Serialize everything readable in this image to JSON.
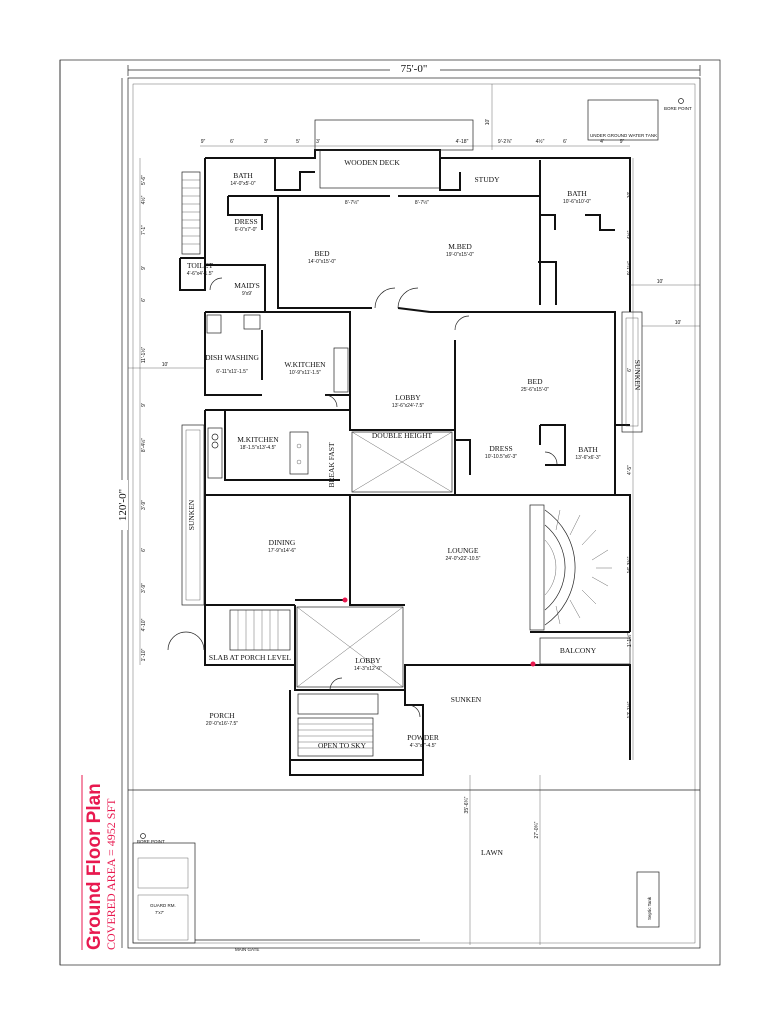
{
  "plan": {
    "title": "Ground Floor Plan",
    "covered_area": "COVERED AREA = 4952 SFT",
    "dimensions": {
      "overall_width": "75'-0\"",
      "overall_depth": "120'-0\""
    },
    "labels": {
      "under_ground_water_tank": "UNDER GROUND WATER TANK",
      "bore_point_top": "BORE POINT",
      "bore_point_bottom": "BORE POINT",
      "main_gate": "MAIN GATE",
      "septic_tank": "Septic Tank",
      "guard_rm": "GUARD RM.",
      "guard_rm_size": "7'x7'",
      "lawn": "LAWN",
      "sunken_front": "SUNKEN",
      "sunken_left": "SUNKEN",
      "sunken_right": "SUNKEN",
      "double_height": "DOUBLE HEIGHT",
      "break_fast": "BREAK FAST",
      "slab_at_porch_level": "SLAB AT PORCH LEVEL",
      "open_to_sky": "OPEN TO SKY",
      "balcony": "BALCONY"
    },
    "rooms": [
      {
        "id": "wooden-deck",
        "name": "WOODEN DECK",
        "size": ""
      },
      {
        "id": "study",
        "name": "STUDY",
        "size": ""
      },
      {
        "id": "bath-top-left",
        "name": "BATH",
        "size": "14'-0\"x5'-0\""
      },
      {
        "id": "dress-top-left",
        "name": "DRESS",
        "size": "6'-0\"x7'-0\""
      },
      {
        "id": "bed-top-left",
        "name": "BED",
        "size": "14'-0\"x15'-0\""
      },
      {
        "id": "m-bed",
        "name": "M.BED",
        "size": "19'-0\"x15'-0\""
      },
      {
        "id": "bath-top-right",
        "name": "BATH",
        "size": "10'-6\"x10'-0\""
      },
      {
        "id": "toilet",
        "name": "TOILET",
        "size": "4'-6\"x4'-1.5\""
      },
      {
        "id": "maids",
        "name": "MAID'S",
        "size": "9'x9'"
      },
      {
        "id": "dish-washing",
        "name": "DISH WASHING",
        "size": "6'-11\"x11'-1.5\""
      },
      {
        "id": "w-kitchen",
        "name": "W.KITCHEN",
        "size": "10'-9\"x11'-1.5\""
      },
      {
        "id": "lobby-main",
        "name": "LOBBY",
        "size": "13'-6\"x24'-7.5\""
      },
      {
        "id": "bed-right",
        "name": "BED",
        "size": "25'-6\"x15'-0\""
      },
      {
        "id": "m-kitchen",
        "name": "M.KITCHEN",
        "size": "18'-1.5\"x13'-4.5\""
      },
      {
        "id": "dress-right",
        "name": "DRESS",
        "size": "10'-10.5\"x6'-3\""
      },
      {
        "id": "bath-right",
        "name": "BATH",
        "size": "13'-6\"x6'-3\""
      },
      {
        "id": "dining",
        "name": "DINING",
        "size": "17'-9\"x14'-6\""
      },
      {
        "id": "lounge",
        "name": "LOUNGE",
        "size": "24'-0\"x22'-10.5\""
      },
      {
        "id": "lobby-front",
        "name": "LOBBY",
        "size": "14'-3\"x12'-0\""
      },
      {
        "id": "porch",
        "name": "PORCH",
        "size": "20'-0\"x16'-7.5\""
      },
      {
        "id": "powder",
        "name": "POWDER",
        "size": "4'-3\"x7'-4.5\""
      }
    ],
    "dimension_notes": {
      "top_row": [
        "9\"",
        "6'",
        "3'",
        "5'",
        "3'",
        "4'-18\"",
        "9'-2⅞\"",
        "4½\"",
        "6'",
        "4'",
        "9\""
      ],
      "deck_left": "8'-7½\"",
      "deck_right": "8'-7½\"",
      "front_setback": "10'",
      "right_setback_a": "10'",
      "right_setback_b": "10'",
      "left_setback": "10'",
      "lawn_depth_a": "35'-6¾\"",
      "lawn_depth_b": "27'-0¾\"",
      "left_side": [
        "5'-6\"",
        "4½\"",
        "7'-1\"",
        "9'",
        "6'",
        "11'-1½\"",
        "9'",
        "8'-4½\"",
        "3'-9\"",
        "6'",
        "3'-9\"",
        "4'-10\"",
        "1'-10\""
      ],
      "right_side": [
        "10'",
        "4½\"",
        "9'-1½\"",
        "6'",
        "4'-5\"",
        "16'-3¾\"",
        "1'-1½\"",
        "12'-1½\""
      ]
    }
  }
}
